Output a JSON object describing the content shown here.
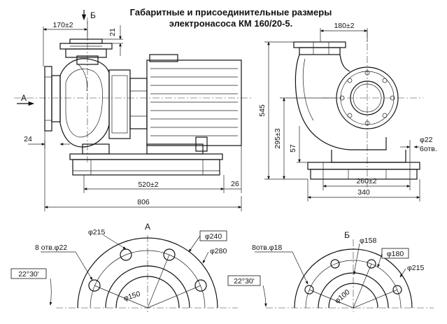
{
  "title": {
    "line1": "Габаритные и присоединительные размеры",
    "line2": "электронасоса КМ 160/20-5."
  },
  "front_view": {
    "dims": {
      "top_width": "170±2",
      "flange_height": "21",
      "base_span": "520±2",
      "overall_length": "806",
      "left_offset": "24",
      "right_offset": "26"
    },
    "labels": {
      "section_a": "А",
      "section_b": "Б"
    }
  },
  "side_view": {
    "dims": {
      "top_width": "180±2",
      "overall_height": "545",
      "axis_height": "295±3",
      "foot_height": "57",
      "bolt_span": "260±2",
      "base_width": "340",
      "hole_dia": "φ22",
      "hole_count": "6отв."
    }
  },
  "view_a": {
    "title": "А",
    "dims": {
      "d1": "φ215",
      "holes": "8 отв.φ22",
      "d2": "φ240",
      "d3": "φ280",
      "angle": "22°30'",
      "d4": "φ150"
    }
  },
  "view_b": {
    "title": "Б",
    "dims": {
      "holes": "8отв.φ18",
      "d1": "φ158",
      "d2": "φ180",
      "d3": "φ215",
      "angle": "22°30'",
      "d4": "φ100"
    }
  }
}
